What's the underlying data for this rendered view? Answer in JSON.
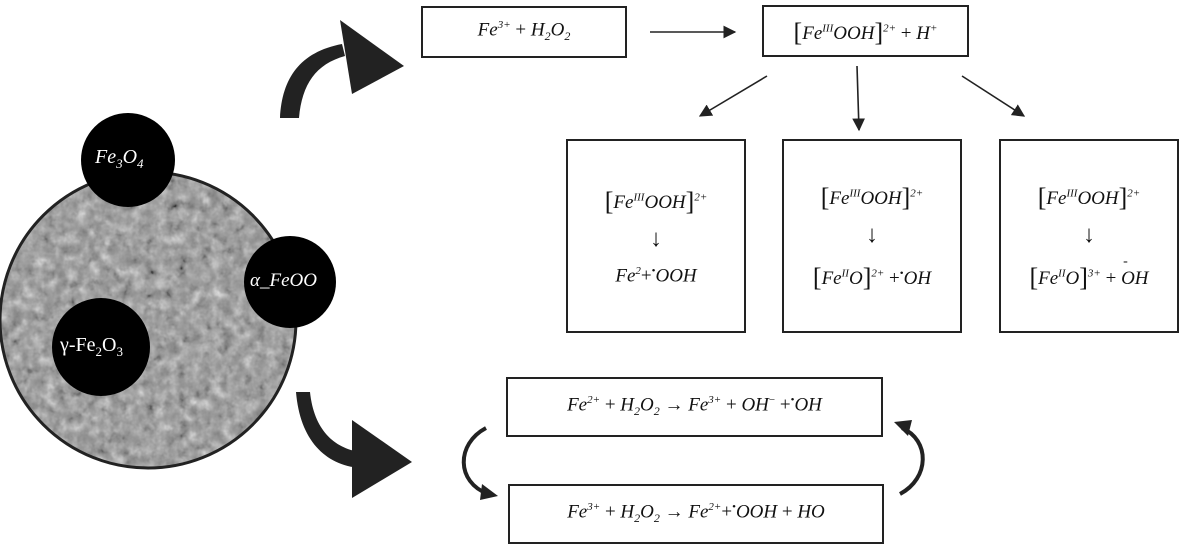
{
  "particles": {
    "fe3o4": {
      "symbol": "Fe",
      "sub1": "3",
      "mid": "O",
      "sub2": "4"
    },
    "gamma": {
      "prefix": "γ-",
      "symbol": "Fe",
      "sub1": "2",
      "mid": "O",
      "sub2": "3"
    },
    "alpha": {
      "text": "α_FeOO"
    }
  },
  "top_reaction": {
    "left": {
      "fe": "Fe",
      "fe_charge": "3+",
      "plus": "+",
      "h": "H",
      "h_sub": "2",
      "o": "O",
      "o_sub": "2"
    },
    "right": {
      "lb": "[",
      "fe": "Fe",
      "ox": "III",
      "rest": "OOH",
      "rb": "]",
      "charge": "2+",
      "plus": "+",
      "h": "H",
      "h_charge": "+"
    }
  },
  "pathways": [
    {
      "complex": {
        "lb": "[",
        "fe": "Fe",
        "ox": "III",
        "rest": "OOH",
        "rb": "]",
        "charge": "2+"
      },
      "arrow": "↓",
      "product": {
        "fe": "Fe",
        "charge": "2",
        "plus": "+",
        "dot": "•",
        "rad": "OOH"
      }
    },
    {
      "complex": {
        "lb": "[",
        "fe": "Fe",
        "ox": "III",
        "rest": "OOH",
        "rb": "]",
        "charge": "2+"
      },
      "arrow": "↓",
      "product": {
        "lb": "[",
        "fe": "Fe",
        "ox": "II",
        "o": "O",
        "rb": "]",
        "charge": "2+",
        "plus": "+",
        "dot": "•",
        "rad": "OH"
      }
    },
    {
      "complex": {
        "lb": "[",
        "fe": "Fe",
        "ox": "III",
        "rest": "OOH",
        "rb": "]",
        "charge": "2+"
      },
      "arrow": "↓",
      "product": {
        "lb": "[",
        "fe": "Fe",
        "ox": "II",
        "o": "O",
        "rb": "]",
        "charge": "3+",
        "plus": "+",
        "bar": "-",
        "o2": "O",
        "h": "H"
      }
    }
  ],
  "cycle": {
    "upper": {
      "fe": "Fe",
      "c1": "2+",
      "p1": "+",
      "h": "H",
      "s1": "2",
      "o": "O",
      "s2": "2",
      "arrow": "→",
      "fe2": "Fe",
      "c2": "3+",
      "p2": "+",
      "oh": "OH",
      "c3": "−",
      "p3": "+",
      "dot": "•",
      "rad": "OH"
    },
    "lower": {
      "fe": "Fe",
      "c1": "3+",
      "p1": "+",
      "h": "H",
      "s1": "2",
      "o": "O",
      "s2": "2",
      "arrow": "→",
      "fe2": "Fe",
      "c2": "2+",
      "p2": "+",
      "dot": "•",
      "rad": "OOH",
      "p3": "+",
      "ho": "HO"
    }
  },
  "colors": {
    "line": "#222222",
    "particle": "#000000",
    "sem_dark": "#3a3a3a",
    "sem_light": "#b8b8b8"
  }
}
